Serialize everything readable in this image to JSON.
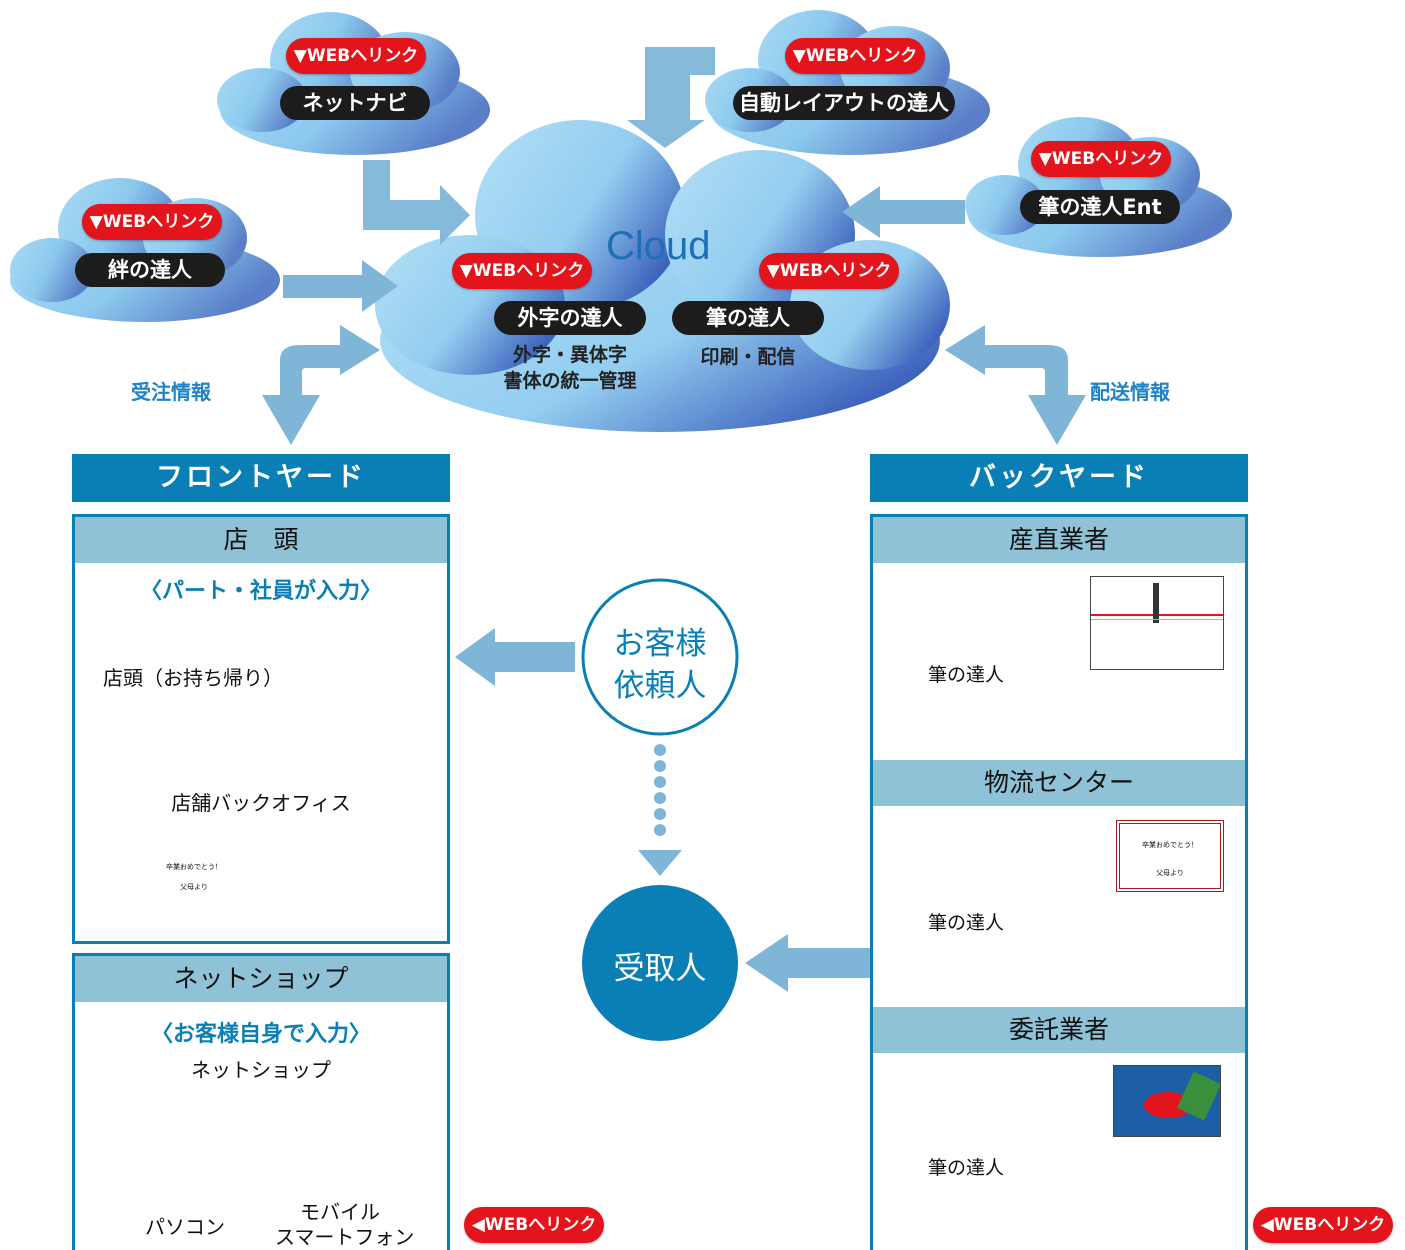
{
  "cloud": {
    "title": "Cloud",
    "web_link": "▼WEBへリンク",
    "services": [
      {
        "name": "ネットナビ"
      },
      {
        "name": "自動レイアウトの達人"
      },
      {
        "name": "筆の達人Ent"
      },
      {
        "name": "絆の達人"
      },
      {
        "name": "外字の達人",
        "note_line1": "外字・異体字",
        "note_line2": "書体の統一管理"
      },
      {
        "name": "筆の達人",
        "note_line1": "印刷・配信"
      }
    ]
  },
  "flow_labels": {
    "order_info": "受注情報",
    "delivery_info": "配送情報"
  },
  "front_yard": {
    "header": "フロントヤード",
    "store": {
      "title": "店　頭",
      "subtitle": "〈パート・社員が入力〉",
      "takeout_label": "店頭（お持ち帰り）",
      "back_office_label": "店舗バックオフィス",
      "card_line1": "卒業おめでとう！",
      "card_line2": "父母より"
    },
    "net_shop": {
      "title": "ネットショップ",
      "subtitle": "〈お客様自身で入力〉",
      "label": "ネットショップ",
      "pc_label": "パソコン",
      "mobile_line1": "モバイル",
      "mobile_line2": "スマートフォン"
    },
    "web_link": "◀WEBへリンク"
  },
  "center": {
    "customer_line1": "お客様",
    "customer_line2": "依頼人",
    "recipient": "受取人"
  },
  "back_yard": {
    "header": "バックヤード",
    "sections": [
      {
        "title": "産直業者"
      },
      {
        "title": "物流センター"
      },
      {
        "title": "委託業者"
      }
    ],
    "screen_brand": "筆の達人",
    "card_line1": "卒業おめでとう！",
    "card_line2": "父母より",
    "web_link": "◀WEBへリンク"
  },
  "colors": {
    "accent": "#0a7fb5",
    "link_red": "#e3141b",
    "panel_title_bg": "#8fc2d7",
    "arrow": "#7fb6d8"
  }
}
